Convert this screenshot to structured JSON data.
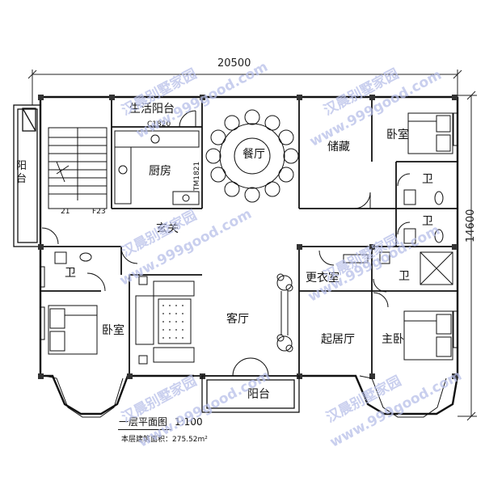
{
  "dimensions": {
    "width": "20500",
    "depth": "14600"
  },
  "rooms": {
    "balcony_left": "阳台",
    "service_balcony": "生活阳台",
    "kitchen": "厨房",
    "dining": "餐厅",
    "storage": "储藏",
    "bedroom_ne": "卧室",
    "bath_ne_1": "卫",
    "bath_ne_2": "卫",
    "foyer": "玄关",
    "bath_w": "卫",
    "bedroom_w": "卧室",
    "living": "客厅",
    "dressing": "更衣室",
    "bath_master": "卫",
    "sitting": "起居厅",
    "master_bedroom": "主卧",
    "balcony_front": "阳台"
  },
  "labels": {
    "window_c1820": "C1820",
    "door_tm1821": "TM1821",
    "stair_21": "21",
    "stair_f23": "F23",
    "plan_title": "一层平面图",
    "scale": "1:100",
    "area_note": "本层建筑面积：275.52m²"
  },
  "watermarks": [
    "汉晨别墅家园",
    "www.999good.com"
  ],
  "colors": {
    "line": "#1a1a1a",
    "watermark": "#b7bfe9"
  }
}
